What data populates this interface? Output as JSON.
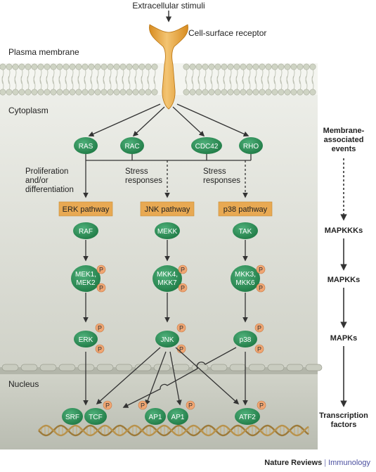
{
  "labels": {
    "extracellular": "Extracellular stimuli",
    "receptor": "Cell-surface receptor",
    "plasma_membrane": "Plasma membrane",
    "cytoplasm": "Cytoplasm",
    "nucleus": "Nucleus"
  },
  "gtpases": [
    "RAS",
    "RAC",
    "CDC42",
    "RHO"
  ],
  "annotations": {
    "left": [
      "Proliferation",
      "and/or",
      "differentiation"
    ],
    "middle": [
      "Stress",
      "responses"
    ],
    "right": [
      "Stress",
      "responses"
    ]
  },
  "pathways": [
    {
      "name": "ERK pathway",
      "mapkkk": "RAF",
      "mapkk": [
        "MEK1,",
        "MEK2"
      ],
      "mapk": "ERK"
    },
    {
      "name": "JNK pathway",
      "mapkkk": "MEKK",
      "mapkk": [
        "MKK4,",
        "MKK7"
      ],
      "mapk": "JNK"
    },
    {
      "name": "p38 pathway",
      "mapkkk": "TAK",
      "mapkk": [
        "MKK3,",
        "MKK6"
      ],
      "mapk": "p38"
    }
  ],
  "transcription_factors": [
    "SRF",
    "TCF",
    "AP1",
    "AP1",
    "ATF2"
  ],
  "phospho_label": "P",
  "legend": {
    "membrane_events": [
      "Membrane-",
      "associated",
      "events"
    ],
    "mapkkks": "MAPKKKs",
    "mapkks": "MAPKKs",
    "mapks": "MAPKs",
    "transcription": [
      "Transcription",
      "factors"
    ]
  },
  "footer": {
    "brand": "Nature Reviews",
    "separator": "|",
    "journal": "Immunology"
  },
  "colors": {
    "green": "#2e8b57",
    "orange_box": "#e8a953",
    "phospho": "#f0a673",
    "receptor": "#e7a33e",
    "membrane_bead": "#cfd4c4",
    "background_top": "#e9ebe4",
    "background_bottom": "#cfd1c7",
    "nucleus": "#c6c8be"
  }
}
